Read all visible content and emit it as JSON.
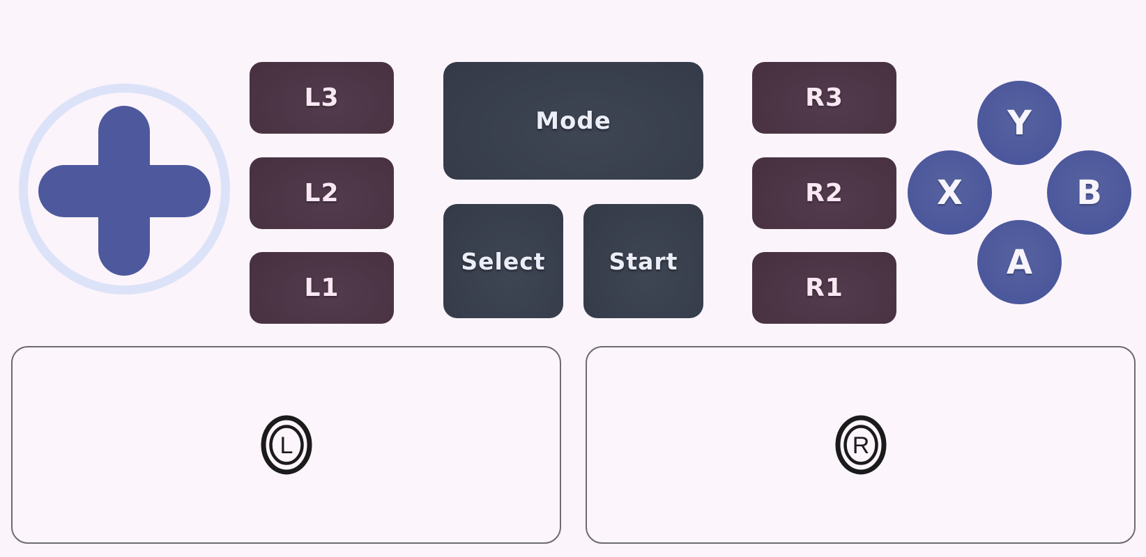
{
  "colors": {
    "background": "#fcf4fb",
    "dpad_cross": "#4d599c",
    "dpad_ring": "#dce3f8",
    "bumper_button": "#47313f",
    "center_button": "#343a48",
    "face_button": "#4d599c",
    "button_text_maroon": "#f8e8f2",
    "button_text_slate": "#eceef7",
    "face_letter": "#f7f5fb",
    "zone_border": "#6d6a72",
    "stick_icon": "#1b1b1b"
  },
  "left_column": {
    "buttons": [
      {
        "label": "L3"
      },
      {
        "label": "L2"
      },
      {
        "label": "L1"
      }
    ]
  },
  "center_column": {
    "mode": {
      "label": "Mode"
    },
    "select": {
      "label": "Select"
    },
    "start": {
      "label": "Start"
    }
  },
  "right_column": {
    "buttons": [
      {
        "label": "R3"
      },
      {
        "label": "R2"
      },
      {
        "label": "R1"
      }
    ]
  },
  "face_buttons": {
    "top": {
      "label": "Y"
    },
    "left": {
      "label": "X"
    },
    "right": {
      "label": "B"
    },
    "bottom": {
      "label": "A"
    }
  },
  "stick_zones": {
    "left": {
      "letter": "L"
    },
    "right": {
      "letter": "R"
    }
  }
}
